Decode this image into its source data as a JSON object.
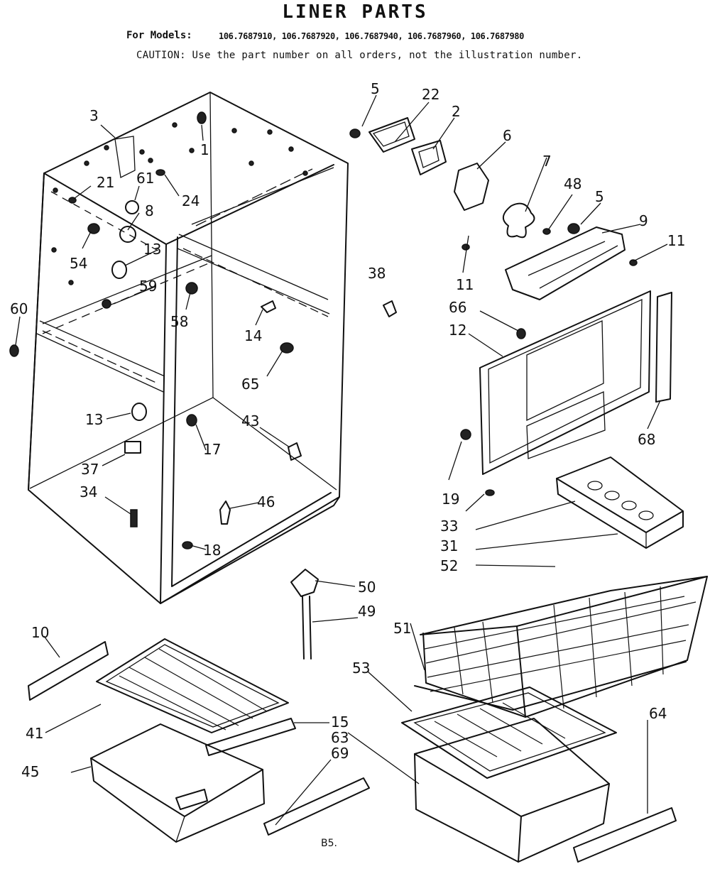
{
  "header": {
    "title": "LINER PARTS",
    "models_label": "For Models:",
    "models": "106.7687910, 106.7687920, 106.7687940, 106.7687960, 106.7687980",
    "caution": "CAUTION: Use the part number on all orders, not the illustration number."
  },
  "callouts": {
    "c1": "1",
    "c2": "2",
    "c3": "3",
    "c5a": "5",
    "c5b": "5",
    "c6": "6",
    "c7": "7",
    "c8": "8",
    "c9": "9",
    "c10": "10",
    "c11a": "11",
    "c11b": "11",
    "c12": "12",
    "c13a": "13",
    "c13b": "13",
    "c14": "14",
    "c15": "15",
    "c17": "17",
    "c18": "18",
    "c19": "19",
    "c21": "21",
    "c22": "22",
    "c24": "24",
    "c31": "31",
    "c33": "33",
    "c34": "34",
    "c37": "37",
    "c38": "38",
    "c41": "41",
    "c43": "43",
    "c45": "45",
    "c46": "46",
    "c48": "48",
    "c49": "49",
    "c50": "50",
    "c51": "51",
    "c52": "52",
    "c53": "53",
    "c54": "54",
    "c58": "58",
    "c59": "59",
    "c60": "60",
    "c61": "61",
    "c63": "63",
    "c64": "64",
    "c65": "65",
    "c66": "66",
    "c68": "68",
    "c69": "69"
  },
  "footer": {
    "code": "B5."
  }
}
